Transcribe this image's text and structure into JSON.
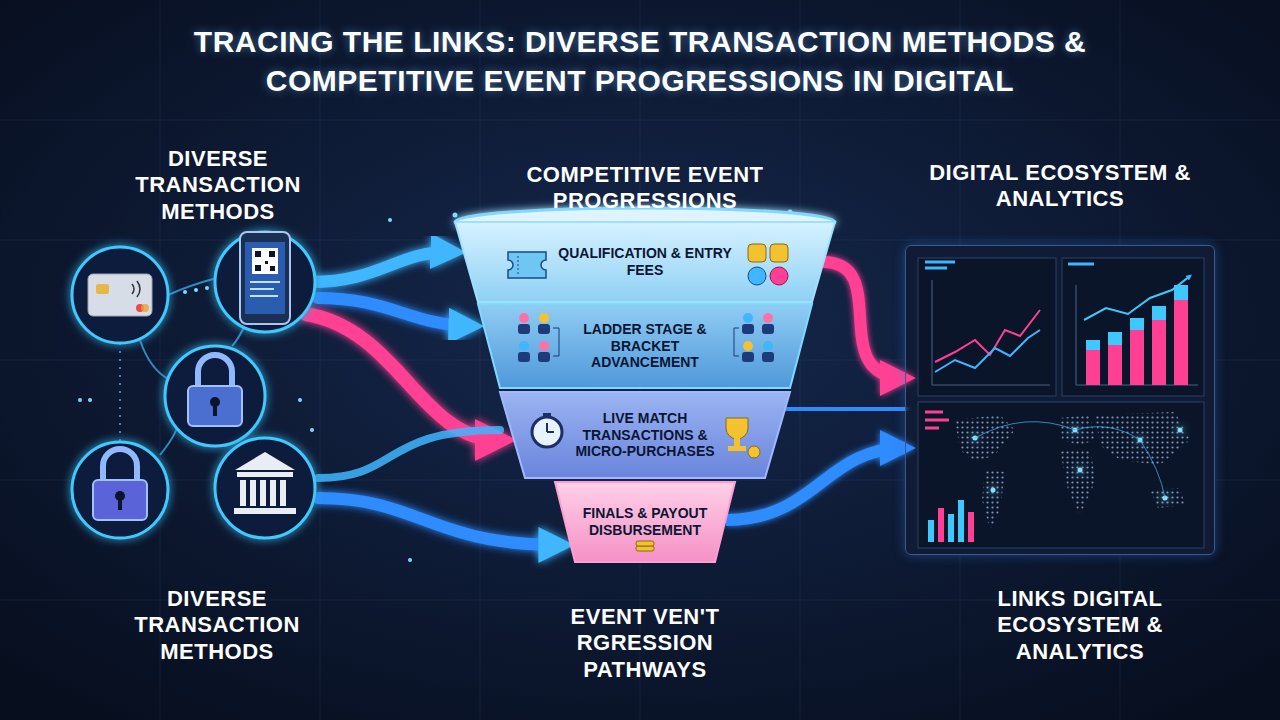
{
  "diagram": {
    "title": "TRACING THE LINKS: DIVERSE TRANSACTION METHODS & COMPETITIVE EVENT PROGRESSIONS IN DIGITAL",
    "nodes": [
      {
        "text": [
          "QUALIFICATION & ENTRY FEES"
        ]
      },
      {
        "text": [
          "LADDER STAGE & BRACKET ADVANCEMENT"
        ]
      },
      {
        "text": [
          "LIVE MATCH TRANSACTIONS & MICRO-PURCHASES"
        ]
      },
      {
        "text": [
          "FINALS & PAYOUT DISBURSEMENT"
        ]
      },
      {
        "text": [
          "DIGITAL ECOSYSTEM & ANALYTICS"
        ]
      }
    ],
    "edges": [
      {
        "from": 0,
        "to": 4,
        "arrow": "to"
      },
      {
        "from": 4,
        "to": 2,
        "arrow": "to"
      },
      {
        "from": 3,
        "to": 4,
        "arrow": "to"
      }
    ],
    "labels": [
      "DIVERSE TRANSACTION METHODS",
      "COMPETITIVE EVENT PROGRESSIONS",
      "DIVERSE TRANSACTION METHODS",
      "EVENT VEN'T RGRESSION PATHWAYS",
      "LINKS DIGITAL ECOSYSTEM & ANALYTICS"
    ]
  }
}
